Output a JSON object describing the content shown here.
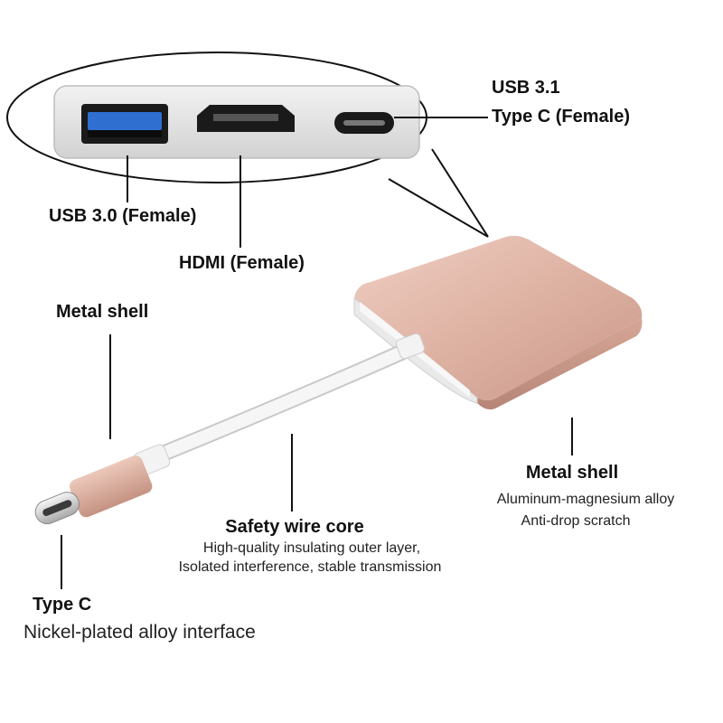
{
  "callouts": {
    "usb31": {
      "title": "USB 3.1",
      "subtitle": "Type C (Female)"
    },
    "usb30": {
      "title": "USB 3.0 (Female)"
    },
    "hdmi": {
      "title": "HDMI (Female)"
    },
    "metal_shell_left": {
      "title": "Metal shell"
    },
    "metal_shell_right": {
      "title": "Metal shell",
      "line1": "Aluminum-magnesium alloy",
      "line2": "Anti-drop scratch"
    },
    "wire_core": {
      "title": "Safety wire core",
      "line1": "High-quality insulating outer layer,",
      "line2": "Isolated interference, stable transmission"
    },
    "type_c": {
      "title": "Type C",
      "subtitle": "Nickel-plated alloy interface"
    }
  },
  "colors": {
    "shell": "#d9a99a",
    "usb_blue": "#2f6fd0",
    "cable": "#f4f4f4",
    "silver": "#e6e6e6"
  }
}
